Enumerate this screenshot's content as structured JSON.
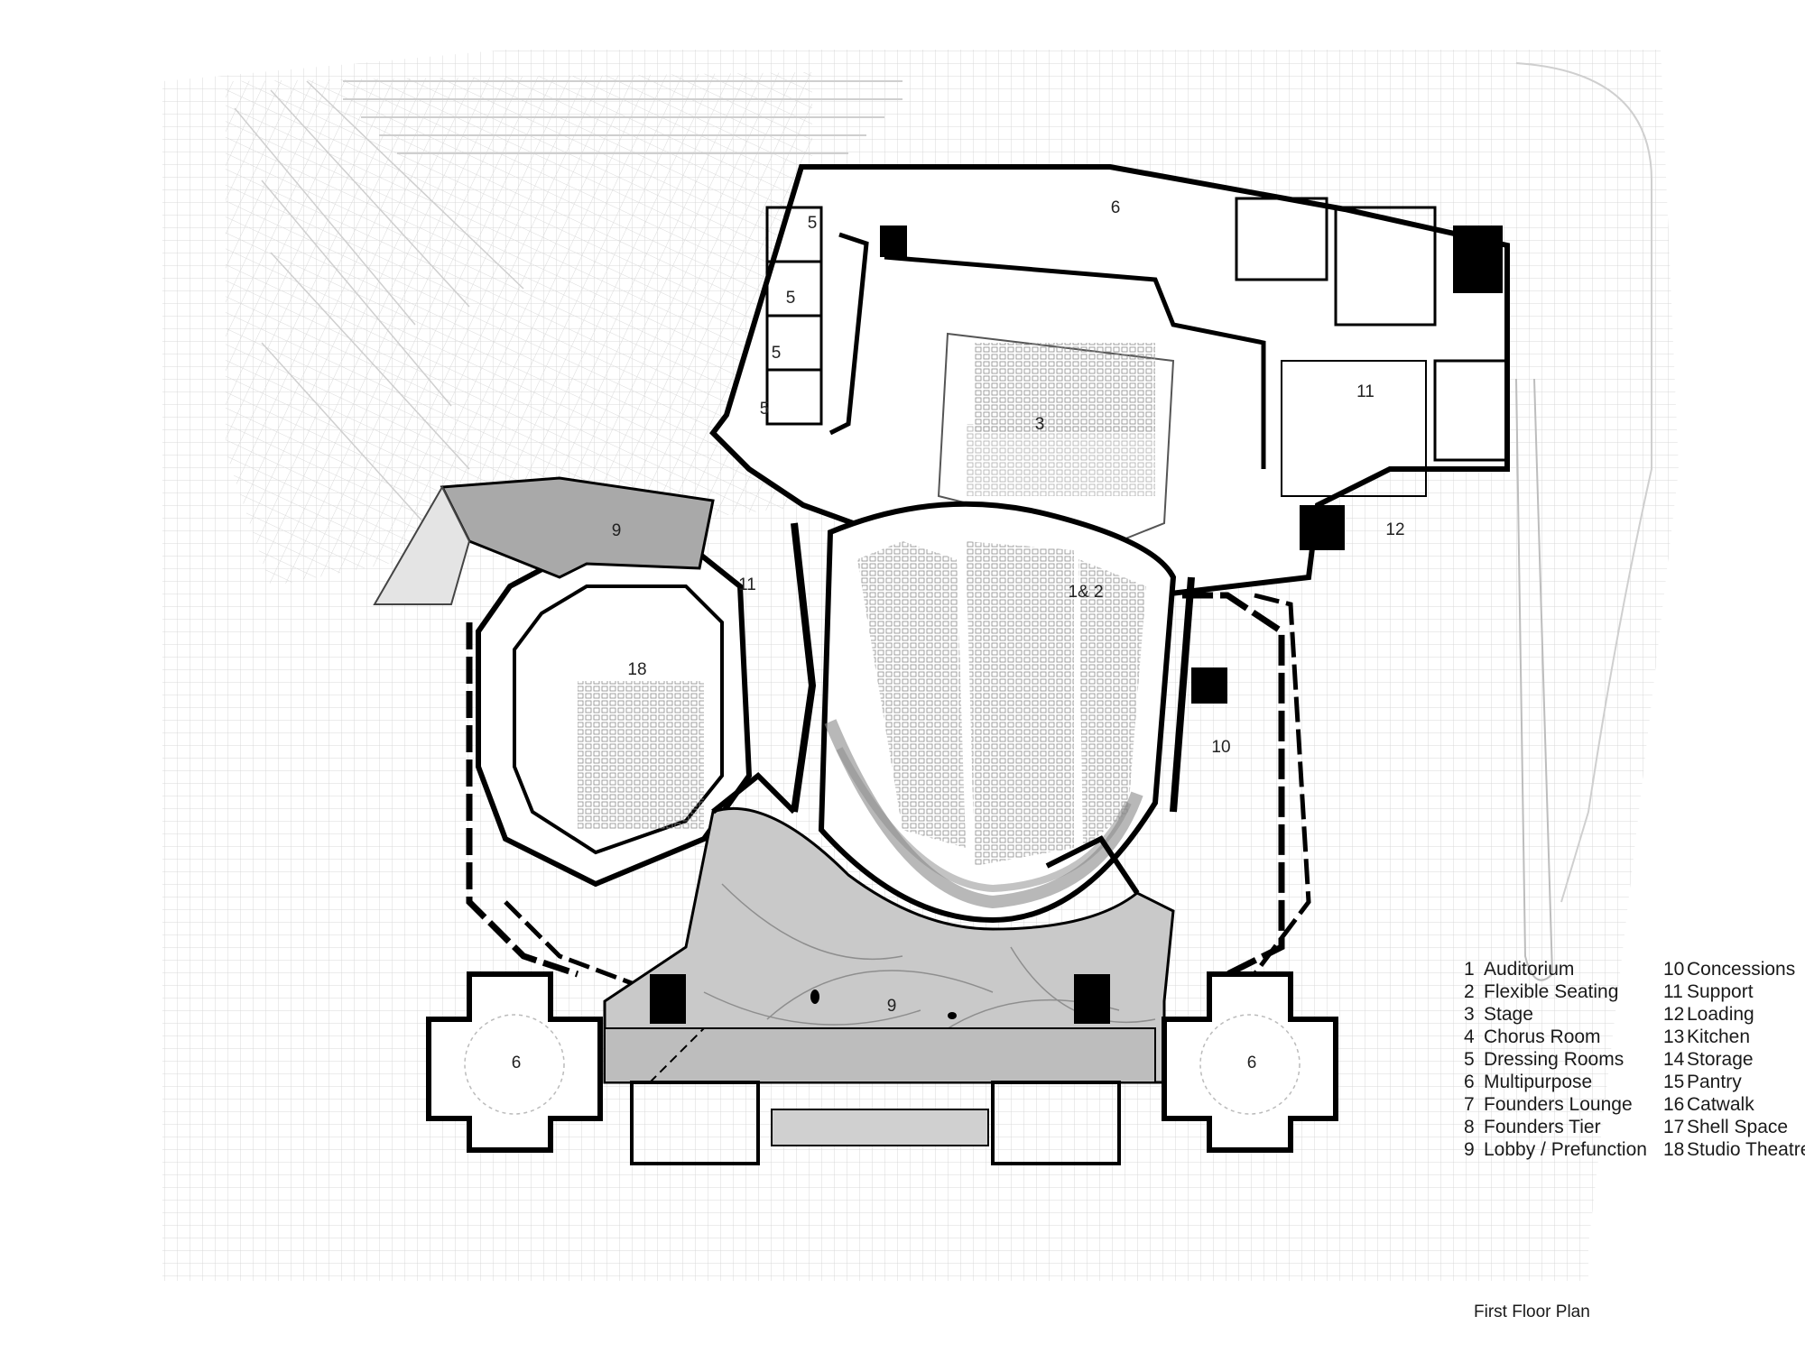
{
  "room_labels": {
    "r5a": "5",
    "r5b": "5",
    "r5c": "5",
    "r5d": "5",
    "r6top": "6",
    "r6left": "6",
    "r6right": "6",
    "r3": "3",
    "r11top": "11",
    "r11mid": "11",
    "r12": "12",
    "r9top": "9",
    "r9main": "9",
    "r12aud": "1& 2",
    "r18": "18",
    "r10": "10"
  },
  "legend_left": [
    {
      "num": "1",
      "label": "Auditorium"
    },
    {
      "num": "2",
      "label": "Flexible Seating"
    },
    {
      "num": "3",
      "label": "Stage"
    },
    {
      "num": "4",
      "label": "Chorus Room"
    },
    {
      "num": "5",
      "label": "Dressing Rooms"
    },
    {
      "num": "6",
      "label": "Multipurpose"
    },
    {
      "num": "7",
      "label": "Founders Lounge"
    },
    {
      "num": "8",
      "label": "Founders Tier"
    },
    {
      "num": "9",
      "label": "Lobby / Prefunction"
    }
  ],
  "legend_right": [
    {
      "num": "10",
      "label": "Concessions"
    },
    {
      "num": "11",
      "label": "Support"
    },
    {
      "num": "12",
      "label": "Loading"
    },
    {
      "num": "13",
      "label": "Kitchen"
    },
    {
      "num": "14",
      "label": "Storage"
    },
    {
      "num": "15",
      "label": "Pantry"
    },
    {
      "num": "16",
      "label": "Catwalk"
    },
    {
      "num": "17",
      "label": "Shell Space"
    },
    {
      "num": "18",
      "label": "Studio Theatre"
    }
  ],
  "caption": "First Floor Plan"
}
